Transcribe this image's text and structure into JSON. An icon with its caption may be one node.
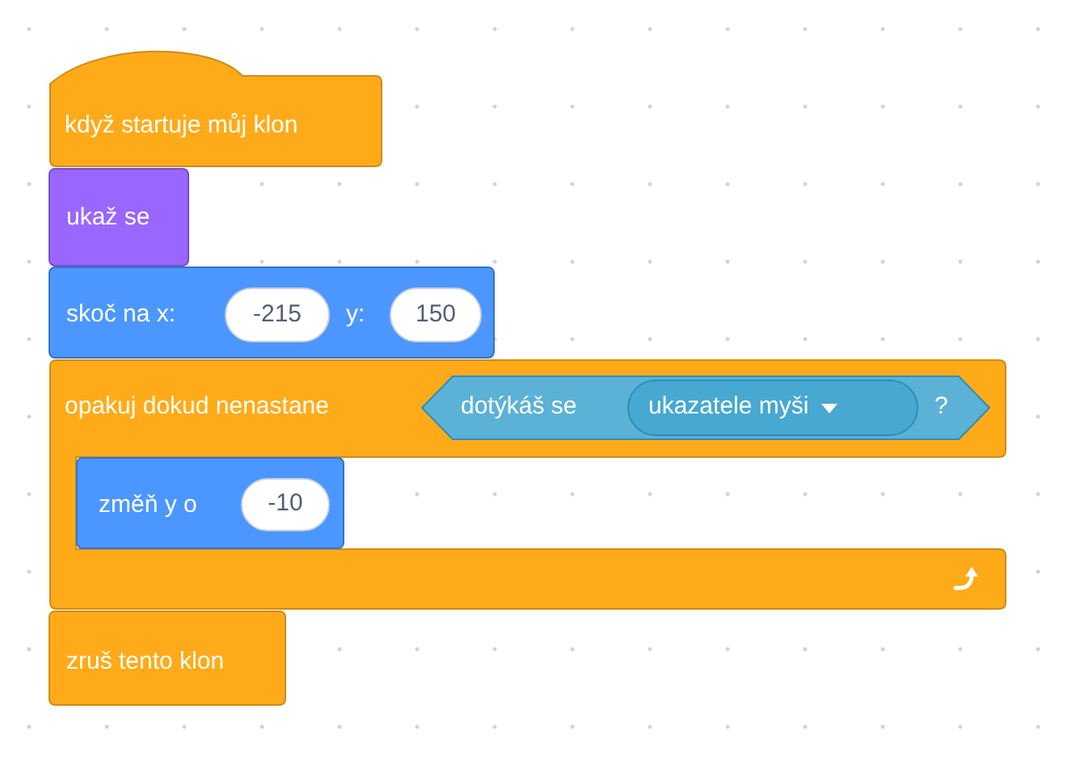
{
  "diagram": {
    "nodes": [
      {
        "text": [
          "když startuje můj klon"
        ]
      },
      {
        "text": [
          "ukaž se"
        ]
      },
      {
        "text": [
          "skoč na x:",
          "y:"
        ]
      },
      {
        "text": [
          "-215"
        ],
        "in": 2
      },
      {
        "text": [
          "150"
        ],
        "in": 2
      },
      {
        "text": [
          "opakuj dokud nenastane"
        ]
      },
      {
        "text": [
          "dotýkáš se",
          "?"
        ],
        "in": 5
      },
      {
        "text": [
          "ukazatele myši"
        ],
        "in": 6
      },
      {
        "text": [
          "změň y o"
        ],
        "in": 5
      },
      {
        "text": [
          "-10"
        ],
        "in": 8
      },
      {
        "text": [
          "zruš tento klon"
        ]
      }
    ]
  }
}
